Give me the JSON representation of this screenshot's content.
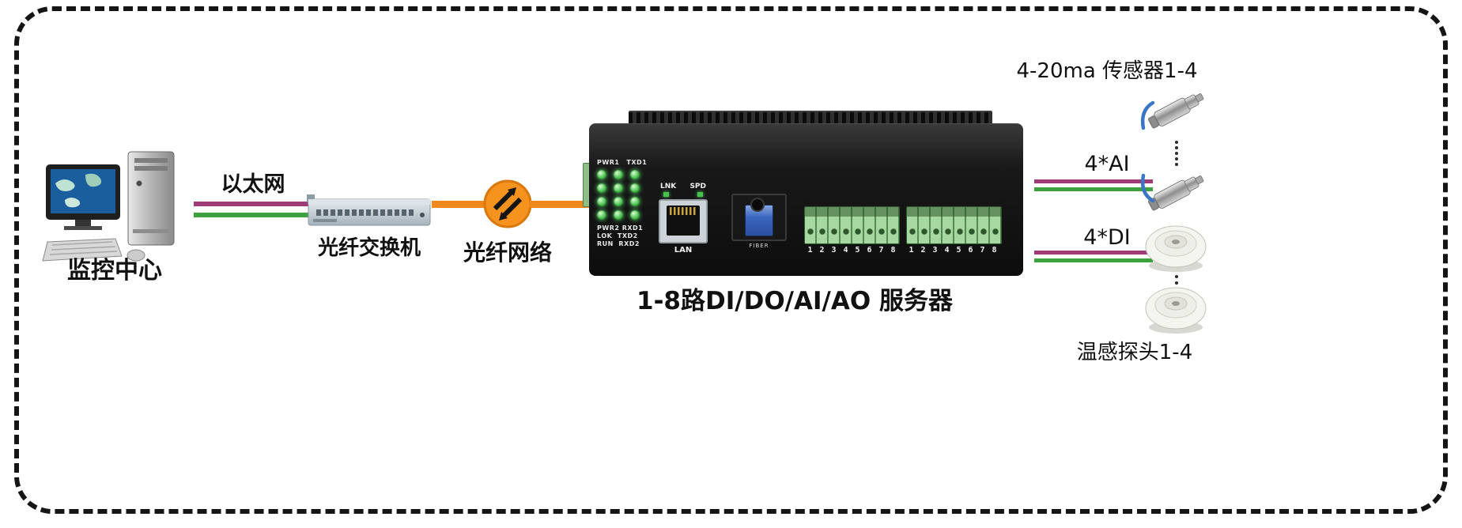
{
  "labels": {
    "monitoring_center": "监控中心",
    "ethernet": "以太网",
    "fiber_switch": "光纤交换机",
    "fiber_network": "光纤网络",
    "device_title": "1-8路DI/DO/AI/AO 服务器",
    "sensor_group": "4-20ma 传感器1-4",
    "ai_channels": "4*AI",
    "di_channels": "4*DI",
    "thermal_probe": "温感探头1-4"
  },
  "device": {
    "led_panel": {
      "top": [
        "PWR1",
        "TXD1"
      ],
      "bottom": [
        "PWR2 RXD1",
        "LOK  TXD2",
        "RUN  RXD2"
      ]
    },
    "lan": {
      "lnk": "LNK",
      "spd": "SPD",
      "label": "LAN"
    },
    "fiber_port_label": "FIBER",
    "terminals": {
      "group1": [
        "1",
        "2",
        "3",
        "4",
        "5",
        "6",
        "7",
        "8"
      ],
      "group2": [
        "1",
        "2",
        "3",
        "4",
        "5",
        "6",
        "7",
        "8"
      ]
    }
  },
  "colors": {
    "line_purple": "#9e3a78",
    "line_green": "#3da13d",
    "line_orange": "#f0891c",
    "led_green": "#49c14f",
    "terminal_green": "#a8d8a2",
    "device_black": "#161616",
    "fiber_circle_orange": "#f6921e"
  }
}
